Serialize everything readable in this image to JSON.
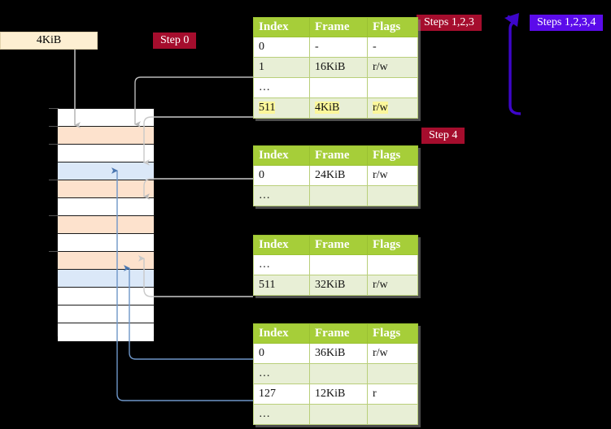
{
  "labels": {
    "size_box": "4KiB",
    "step0": "Step 0",
    "steps123": "Steps 1,2,3",
    "steps1234": "Steps 1,2,3,4",
    "step4": "Step 4"
  },
  "colors": {
    "badge_red": "#a50d2d",
    "badge_purple": "#5b0bea",
    "table_header": "#a6ce39",
    "table_alt_row": "#e8efd6",
    "highlight": "#fbf79b",
    "memory_orange": "#fde2cd",
    "memory_blue": "#dbe8f8",
    "size_box_bg": "#fdefd2",
    "arrow_gray": "#b9b9b9",
    "arrow_blue": "#5b82b8",
    "arrow_purple": "#5b0bea"
  },
  "table_headers": [
    "Index",
    "Frame",
    "Flags"
  ],
  "tables": [
    {
      "name": "pml4-table",
      "rows": [
        {
          "index": "0",
          "frame": "-",
          "flags": "-",
          "alt": false,
          "hl": false
        },
        {
          "index": "1",
          "frame": "16KiB",
          "flags": "r/w",
          "alt": true,
          "hl": false
        },
        {
          "index": "…",
          "frame": "",
          "flags": "",
          "alt": false,
          "hl": false
        },
        {
          "index": "511",
          "frame": "4KiB",
          "flags": "r/w",
          "alt": true,
          "hl": true
        }
      ]
    },
    {
      "name": "pdp-table",
      "rows": [
        {
          "index": "0",
          "frame": "24KiB",
          "flags": "r/w",
          "alt": false,
          "hl": false
        },
        {
          "index": "…",
          "frame": "",
          "flags": "",
          "alt": true,
          "hl": false
        }
      ]
    },
    {
      "name": "pd-table",
      "rows": [
        {
          "index": "…",
          "frame": "",
          "flags": "",
          "alt": false,
          "hl": false
        },
        {
          "index": "511",
          "frame": "32KiB",
          "flags": "r/w",
          "alt": true,
          "hl": false
        }
      ]
    },
    {
      "name": "pt-table",
      "rows": [
        {
          "index": "0",
          "frame": "36KiB",
          "flags": "r/w",
          "alt": false,
          "hl": false
        },
        {
          "index": "…",
          "frame": "",
          "flags": "",
          "alt": true,
          "hl": false
        },
        {
          "index": "127",
          "frame": "12KiB",
          "flags": "r",
          "alt": false,
          "hl": false
        },
        {
          "index": "…",
          "frame": "",
          "flags": "",
          "alt": true,
          "hl": false
        }
      ]
    }
  ],
  "memory_rows": [
    {
      "fill": "white"
    },
    {
      "fill": "orange"
    },
    {
      "fill": "white"
    },
    {
      "fill": "blue"
    },
    {
      "fill": "orange"
    },
    {
      "fill": "white"
    },
    {
      "fill": "orange"
    },
    {
      "fill": "white"
    },
    {
      "fill": "orange"
    },
    {
      "fill": "blue"
    },
    {
      "fill": "white"
    },
    {
      "fill": "white"
    },
    {
      "fill": "white"
    }
  ]
}
